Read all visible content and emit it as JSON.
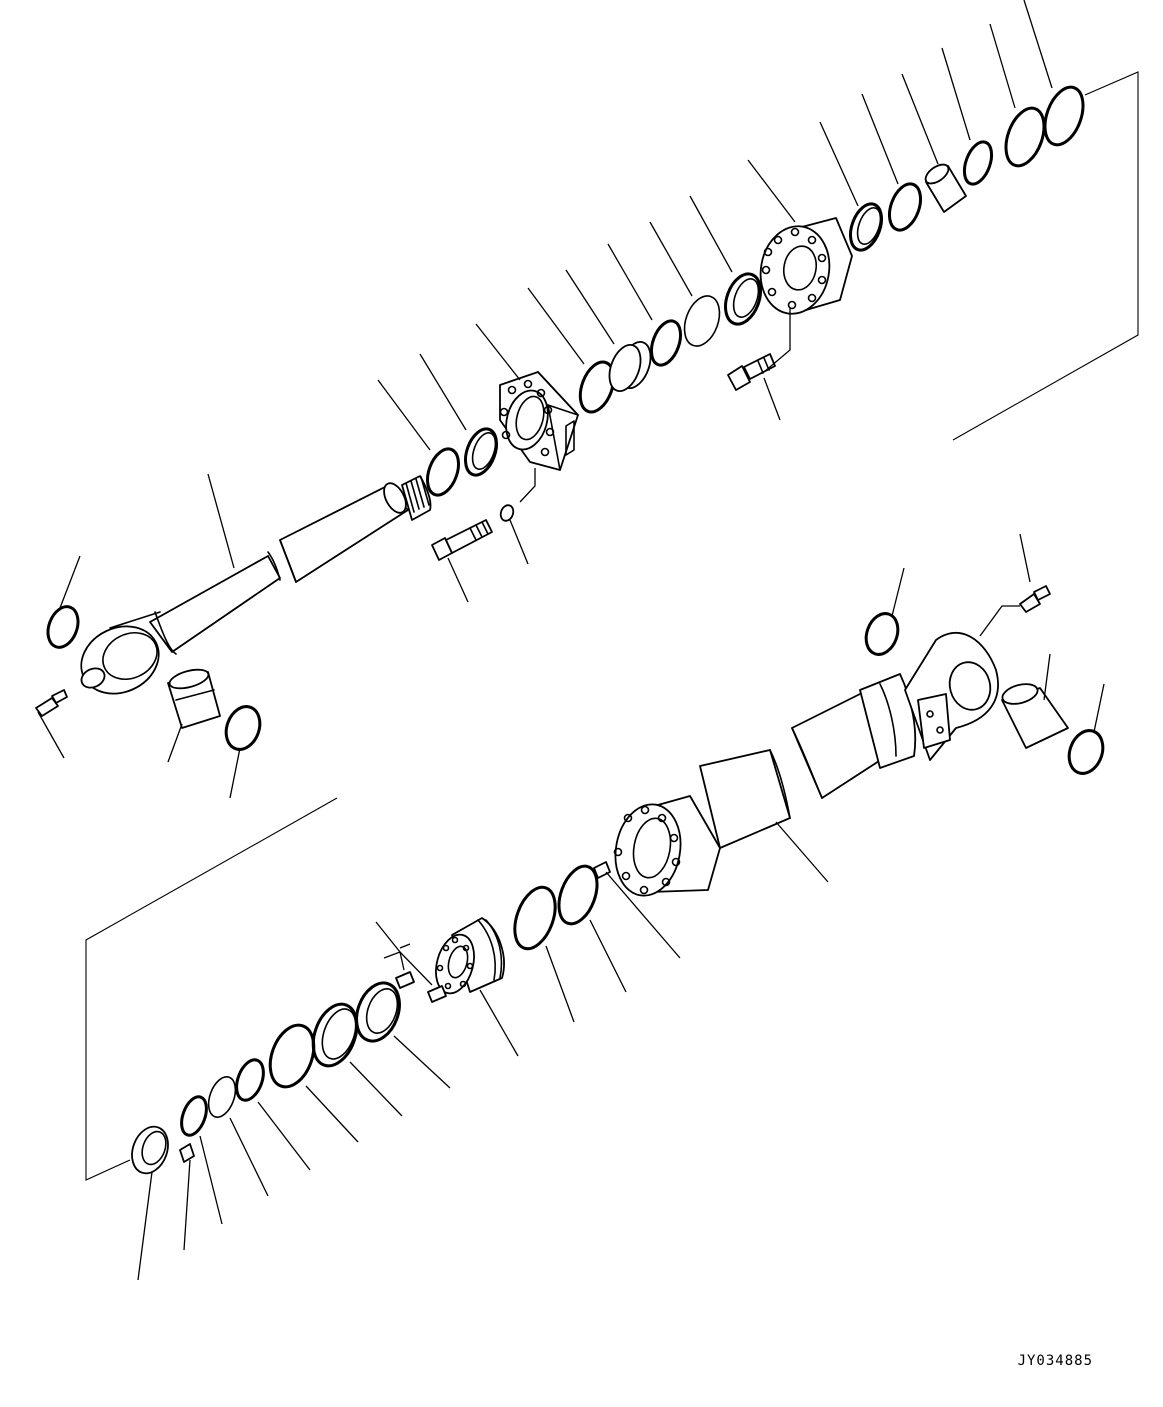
{
  "drawing": {
    "reference_code": "JY034885",
    "line_color": "#000000",
    "background_color": "#ffffff",
    "assemblies": [
      "cylinder-rod-assembly",
      "cylinder-tube-assembly"
    ]
  }
}
